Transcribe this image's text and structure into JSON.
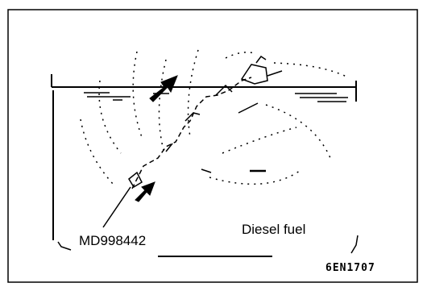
{
  "diagram": {
    "labels": {
      "tool": "MD998442",
      "fluid": "Diesel fuel",
      "figure_code": "6EN1707"
    },
    "colors": {
      "ink": "#000000",
      "background": "#ffffff"
    }
  }
}
